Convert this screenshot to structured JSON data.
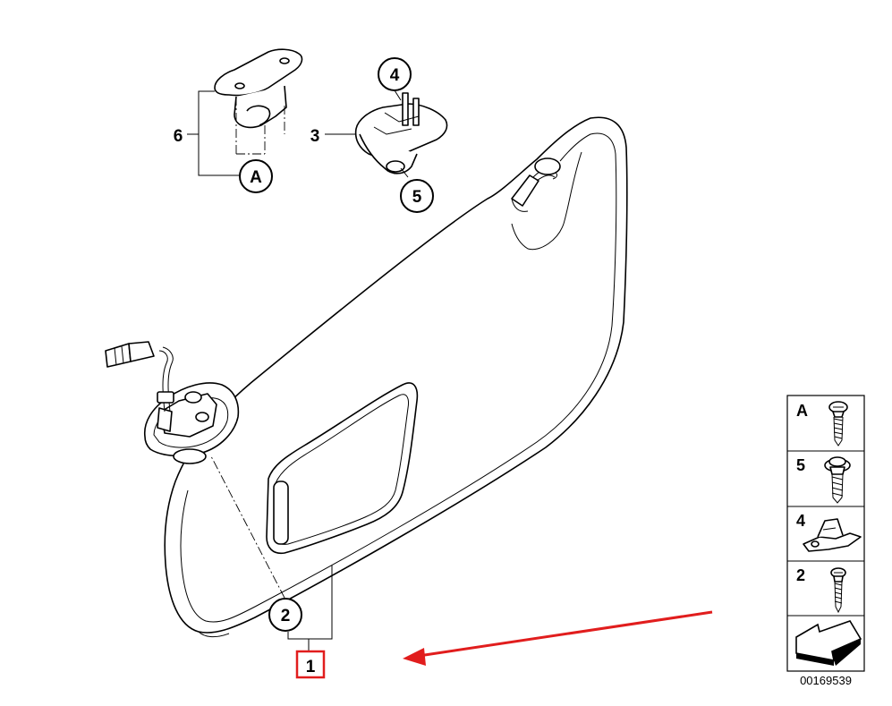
{
  "callouts": {
    "c1": "1",
    "c2": "2",
    "c3": "3",
    "c4": "4",
    "c5": "5",
    "c6": "6",
    "cA": "A"
  },
  "legend": {
    "items": [
      {
        "label": "A",
        "icon": "screw-icon"
      },
      {
        "label": "5",
        "icon": "screw-with-washer-icon"
      },
      {
        "label": "4",
        "icon": "clip-icon"
      },
      {
        "label": "2",
        "icon": "screw-icon"
      }
    ],
    "direction_icon": "forward-arrow-icon"
  },
  "drawing_code": "00169539",
  "colors": {
    "highlight": "#e11d1d",
    "line": "#000000"
  }
}
